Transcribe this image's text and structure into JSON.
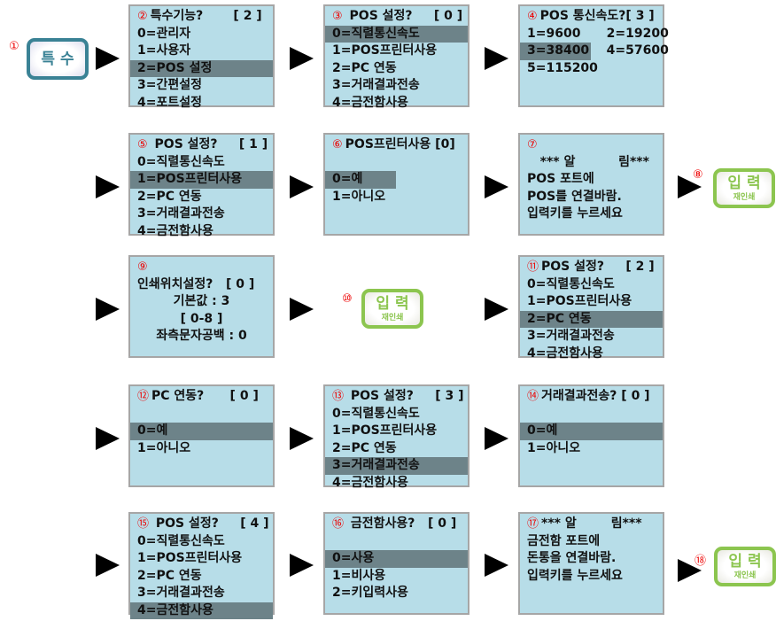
{
  "step1": {
    "num": "①",
    "button": "특 수"
  },
  "panels": [
    {
      "num": "②",
      "title": "특수기능?       [ 2 ]",
      "lines": [
        "0=관리자",
        "1=사용자",
        "2=POS 설정",
        "3=간편설정",
        "4=포트설정"
      ],
      "hl": 2
    },
    {
      "num": "③",
      "title": " POS 설정?     [ 0 ]",
      "lines": [
        "0=직렬통신속도",
        "1=POS프린터사용",
        "2=PC 연동",
        "3=거래결과전송",
        "4=금전함사용"
      ],
      "hl": 0
    },
    {
      "num": "④",
      "title": "POS 통신속도?[ 3 ]",
      "lines": [
        "1=9600      2=19200",
        "3=38400    4=57600",
        "5=115200"
      ],
      "hl": 1
    },
    {
      "num": "⑤",
      "title": " POS 설정?     [ 1 ]",
      "lines": [
        "0=직렬통신속도",
        "1=POS프린터사용",
        "2=PC 연동",
        "3=거래결과전송",
        "4=금전함사용"
      ],
      "hl": 1
    },
    {
      "num": "⑥",
      "title": "POS프린터사용 [0]",
      "lines": [
        "",
        "0=예",
        "1=아니오"
      ],
      "hl": 1
    },
    {
      "num": "⑦",
      "title": "",
      "lines": [
        "   *** 알          림***",
        "POS 포트에",
        "POS를 연결바람.",
        "입력키를 누르세요"
      ],
      "hl": -1
    },
    {
      "num": "⑨",
      "title": "",
      "lines": [
        "인쇄위치설정?   [ 0 ]",
        "기본값 : 3",
        "[ 0-8 ]",
        "좌측문자공백 : 0"
      ],
      "hl": -1
    },
    {
      "num": "⑪",
      "title": "POS 설정?     [ 2 ]",
      "lines": [
        "0=직렬통신속도",
        "1=POS프린터사용",
        "2=PC 연동",
        "3=거래결과전송",
        "4=금전함사용"
      ],
      "hl": 2
    },
    {
      "num": "⑫",
      "title": "PC 연동?      [ 0 ]",
      "lines": [
        "",
        "0=예",
        "1=아니오"
      ],
      "hl": 1
    },
    {
      "num": "⑬",
      "title": " POS 설정?     [ 3 ]",
      "lines": [
        "0=직렬통신속도",
        "1=POS프린터사용",
        "2=PC 연동",
        "3=거래결과전송",
        "4=금전함사용"
      ],
      "hl": 3
    },
    {
      "num": "⑭",
      "title": "거래결과전송? [ 0 ]",
      "lines": [
        "",
        "0=예",
        "1=아니오"
      ],
      "hl": 1
    },
    {
      "num": "⑮",
      "title": " POS 설정?     [ 4 ]",
      "lines": [
        "0=직렬통신속도",
        "1=POS프린터사용",
        "2=PC 연동",
        "3=거래결과전송",
        "4=금전함사용"
      ],
      "hl": 4
    },
    {
      "num": "⑯",
      "title": " 금전함사용?   [ 0 ]",
      "lines": [
        "",
        "0=사용",
        "1=비사용",
        "2=키입력사용"
      ],
      "hl": 1
    },
    {
      "num": "⑰",
      "title": "*** 알        림***",
      "lines": [
        "금전함 포트에",
        "돈통을 연결바람.",
        "입력키를 누르세요"
      ],
      "hl": -1
    }
  ],
  "enter_buttons": [
    {
      "num": "⑧",
      "label": "입 력",
      "sub": "재인쇄"
    },
    {
      "num": "⑩",
      "label": "입 력",
      "sub": "재인쇄"
    },
    {
      "num": "⑱",
      "label": "입 력",
      "sub": "재인쇄"
    }
  ]
}
